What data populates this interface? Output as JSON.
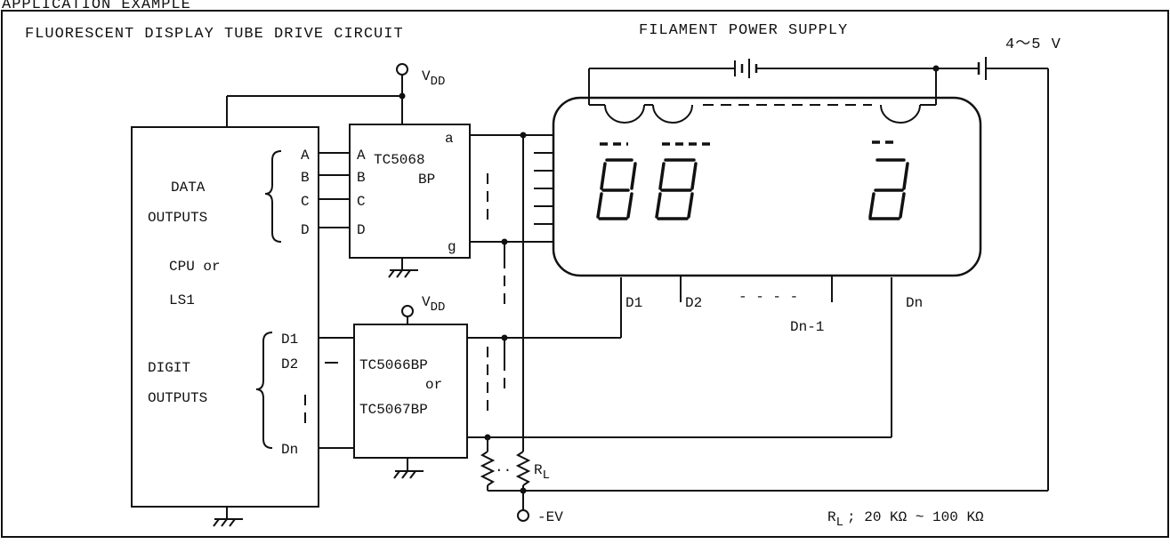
{
  "header": {
    "section_title": "APPLICATION EXAMPLE",
    "circuit_title": "FLUORESCENT DISPLAY TUBE DRIVE CIRCUIT",
    "filament_title": "FILAMENT POWER SUPPLY",
    "filament_voltage": "4～5 V"
  },
  "cpu": {
    "label_line1": "CPU or",
    "label_line2": "LS1",
    "data_outputs_line1": "DATA",
    "data_outputs_line2": "OUTPUTS",
    "digit_outputs_line1": "DIGIT",
    "digit_outputs_line2": "OUTPUTS",
    "data_pins": [
      "A",
      "B",
      "C",
      "D"
    ],
    "digit_pins": [
      "D1",
      "D2",
      "Dn"
    ]
  },
  "decoder": {
    "name_line1": "TC5068",
    "name_line2": "BP",
    "input_pins": [
      "A",
      "B",
      "C",
      "D"
    ],
    "output_top": "a",
    "output_bottom": "g"
  },
  "driver": {
    "name_line1": "TC5066BP",
    "name_line2": "or",
    "name_line3": "TC5067BP"
  },
  "power": {
    "vdd": "V",
    "vdd_sub": "DD",
    "neg": "-EV"
  },
  "tube": {
    "digit_labels": [
      "D1",
      "D2",
      "Dn-1",
      "Dn"
    ],
    "digit_dashes": "- - - -"
  },
  "resistor": {
    "label": "R",
    "label_sub": "L",
    "note_prefix": "R",
    "note_sub": "L",
    "note_value": "; 20 KΩ ~ 100 KΩ"
  }
}
